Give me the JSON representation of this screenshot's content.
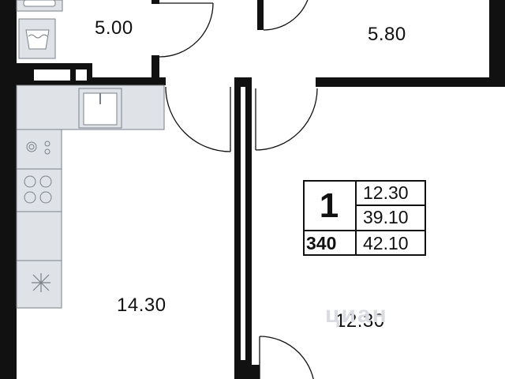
{
  "rooms": {
    "bath_area": "5.00",
    "top_right_area": "5.80",
    "kitchen_area": "14.30",
    "bedroom_area": "12.30"
  },
  "info_box": {
    "room_count": "1",
    "living_area": "12.30",
    "total_area_1": "39.10",
    "apartment_number": "340",
    "total_area_2": "42.10"
  },
  "watermark": "циан",
  "colors": {
    "wall": "#111111",
    "fixture_fill": "#dfe3e8",
    "fixture_stroke": "#7a8088",
    "background": "#ffffff",
    "watermark": "#d9dde3"
  }
}
